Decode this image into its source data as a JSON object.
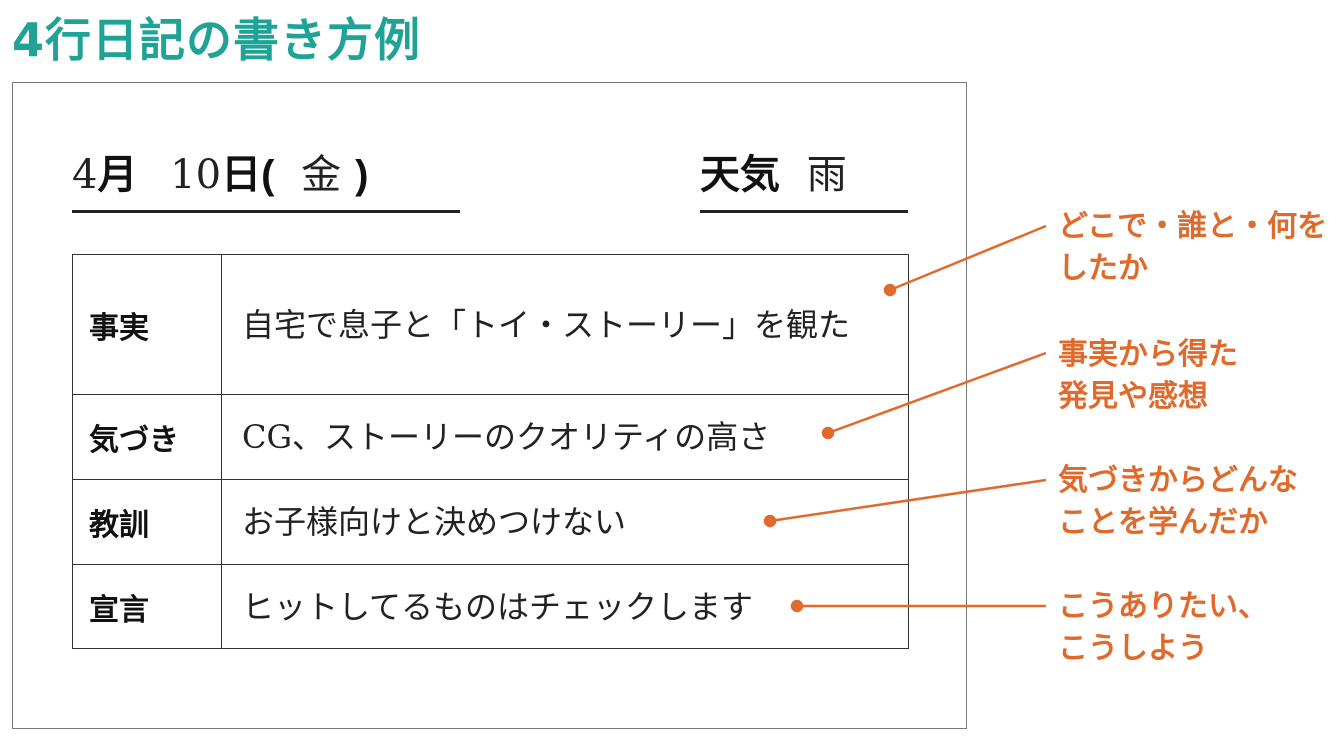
{
  "title": "4行日記の書き方例",
  "date": {
    "month": "4",
    "month_unit": "月",
    "day": "10",
    "day_unit": "日",
    "weekday_open": "(",
    "weekday": "金",
    "weekday_close": ")"
  },
  "weather": {
    "label": "天気",
    "value": "雨"
  },
  "rows": [
    {
      "label": "事実",
      "text": "自宅で息子と「トイ・ストーリー」を観た"
    },
    {
      "label": "気づき",
      "text": "CG、ストーリーのクオリティの高さ"
    },
    {
      "label": "教訓",
      "text": "お子様向けと決めつけない"
    },
    {
      "label": "宣言",
      "text": "ヒットしてるものはチェックします"
    }
  ],
  "annotations": [
    {
      "line1": "どこで・誰と・何を",
      "line2": "したか"
    },
    {
      "line1": "事実から得た",
      "line2": "発見や感想"
    },
    {
      "line1": "気づきからどんな",
      "line2": "ことを学んだか"
    },
    {
      "line1": "こうありたい、",
      "line2": "こうしよう"
    }
  ],
  "colors": {
    "title": "#1fa396",
    "annotation": "#e06a2c"
  }
}
